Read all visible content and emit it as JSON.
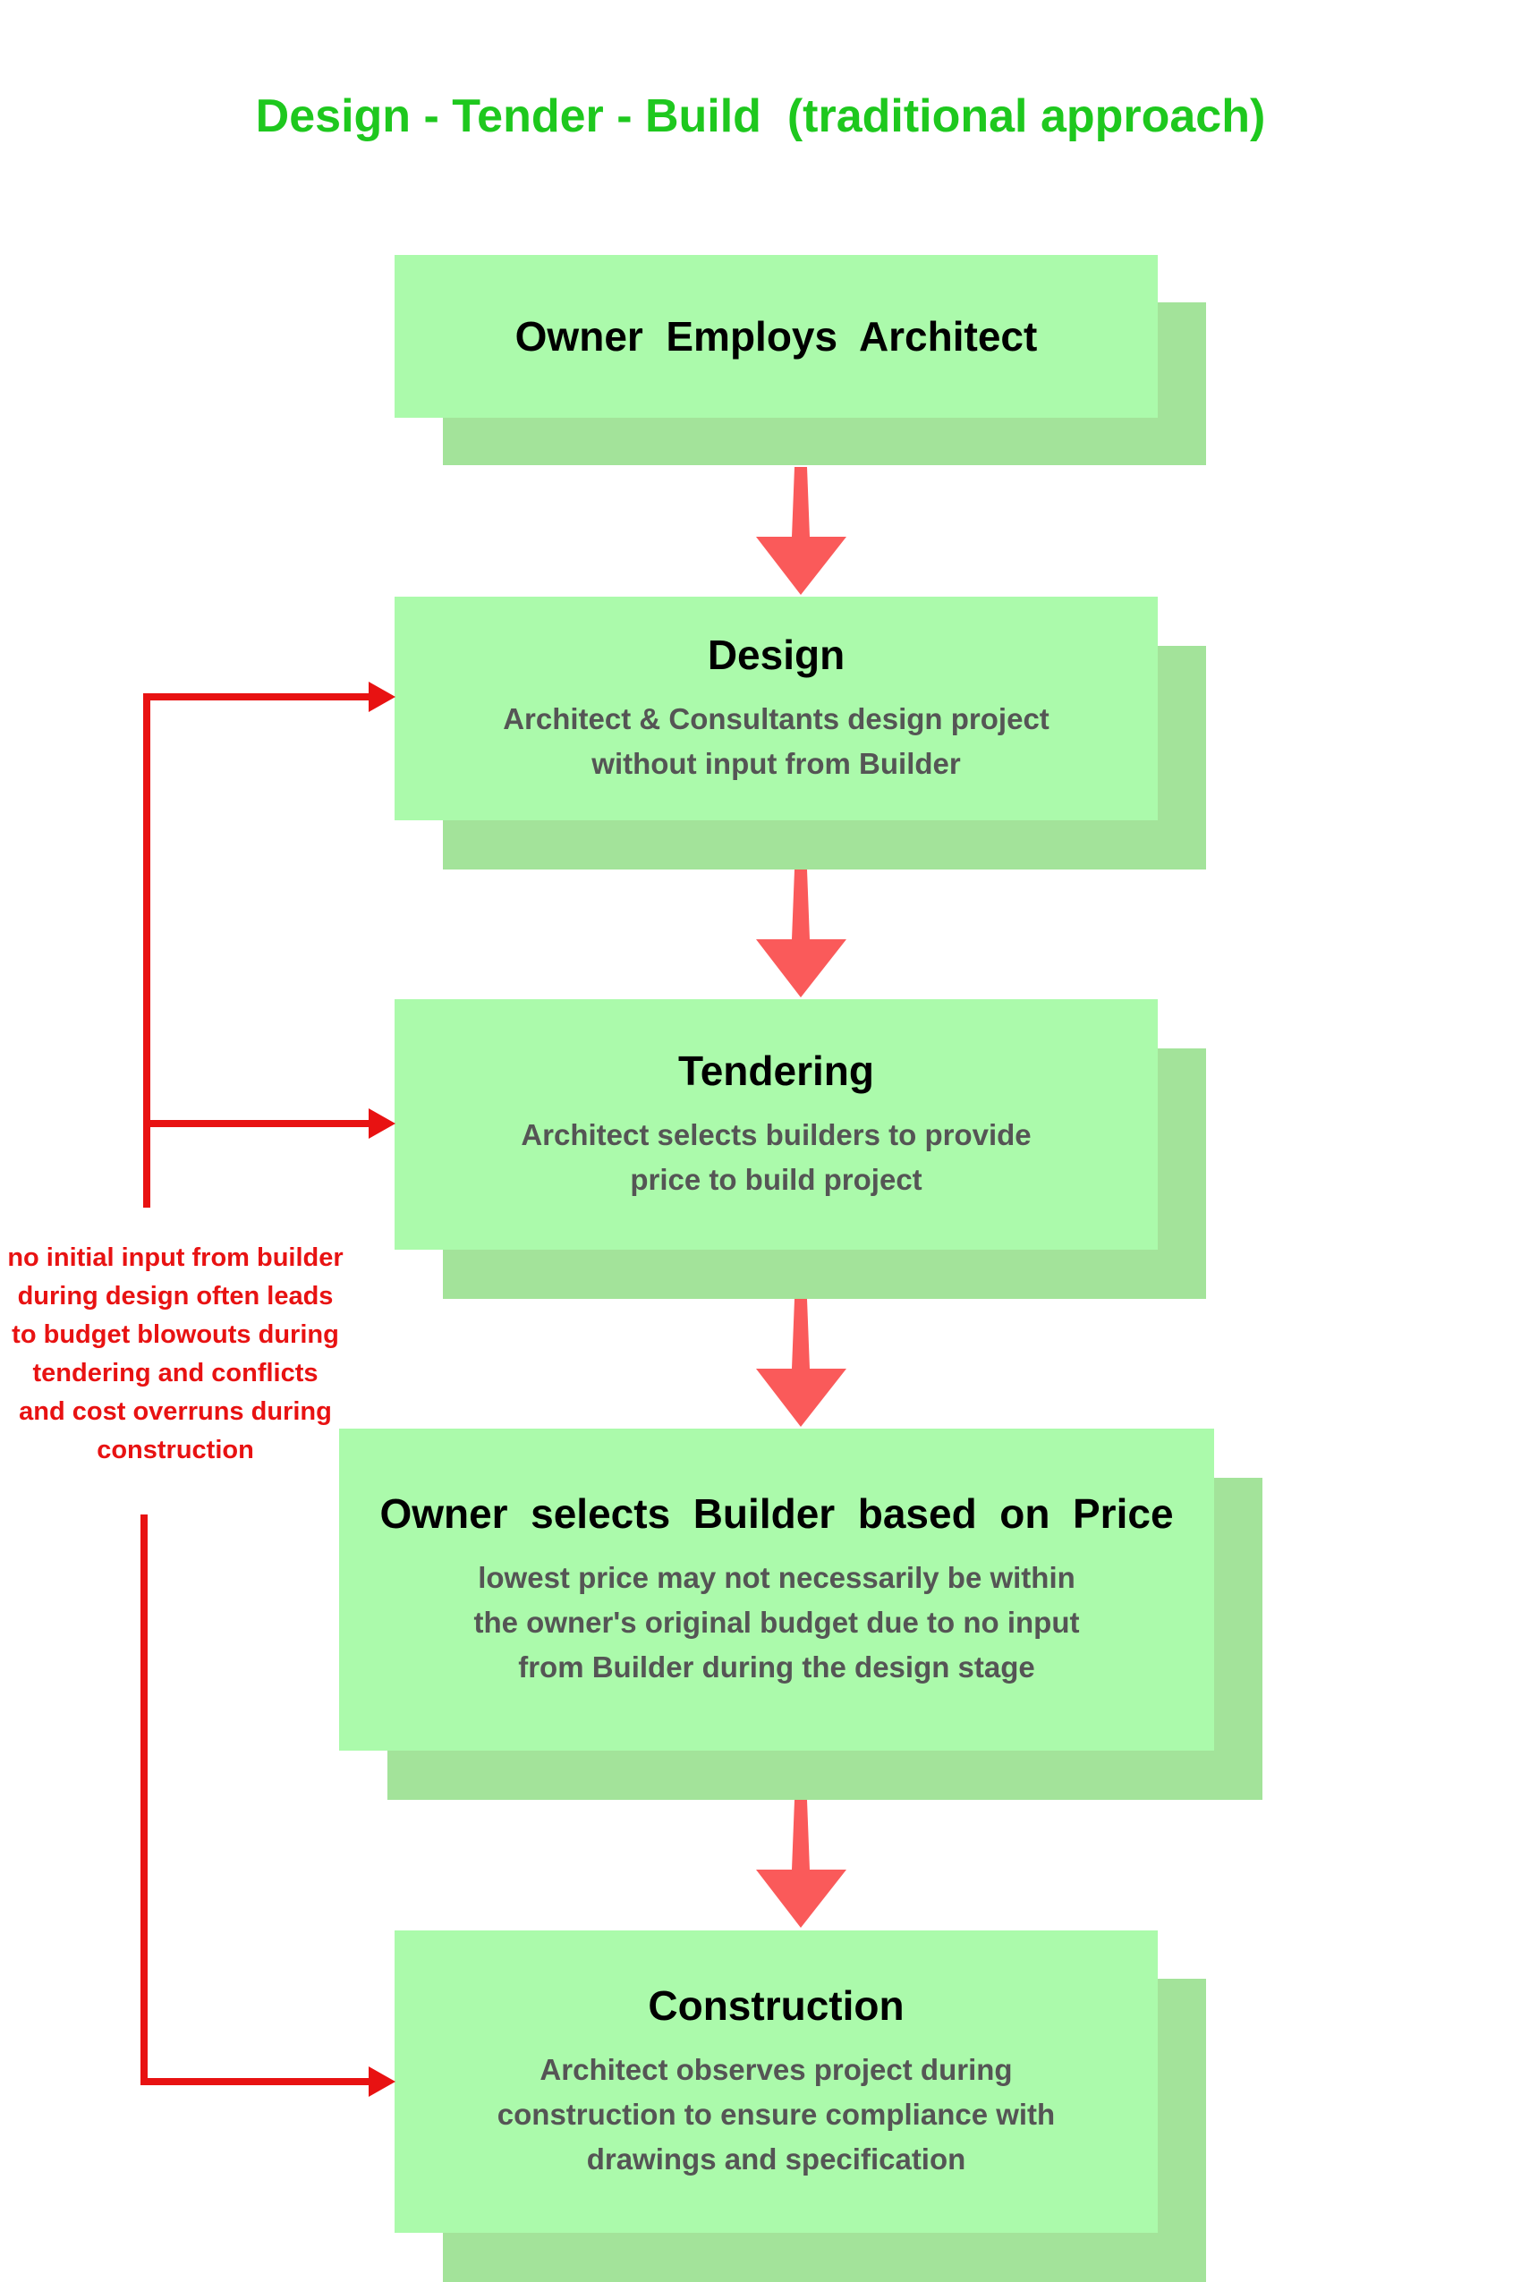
{
  "title": "Design - Tender - Build  (traditional approach)",
  "colors": {
    "title": "#1ec81e",
    "box_fill": "#abfaab",
    "box_shadow": "#a3e39a",
    "flow_arrow": "#fa5a5a",
    "feedback_line": "#e81212"
  },
  "steps": [
    {
      "title": "Owner  Employs  Architect",
      "description": ""
    },
    {
      "title": "Design",
      "description": "Architect  &  Consultants design  project\nwithout  input from  Builder"
    },
    {
      "title": "Tendering",
      "description": "Architect  selects builders to provide\nprice to build project"
    },
    {
      "title": "Owner  selects  Builder  based  on  Price",
      "description": "lowest price may not necessarily be within\nthe owner's original budget due to no input\nfrom Builder during the design stage"
    },
    {
      "title": "Construction",
      "description": "Architect  observes project during\nconstruction to ensure compliance with\ndrawings and specification"
    }
  ],
  "note": "no initial input from builder\nduring design often leads\nto budget blowouts during\ntendering and conflicts\nand cost overruns during\nconstruction"
}
